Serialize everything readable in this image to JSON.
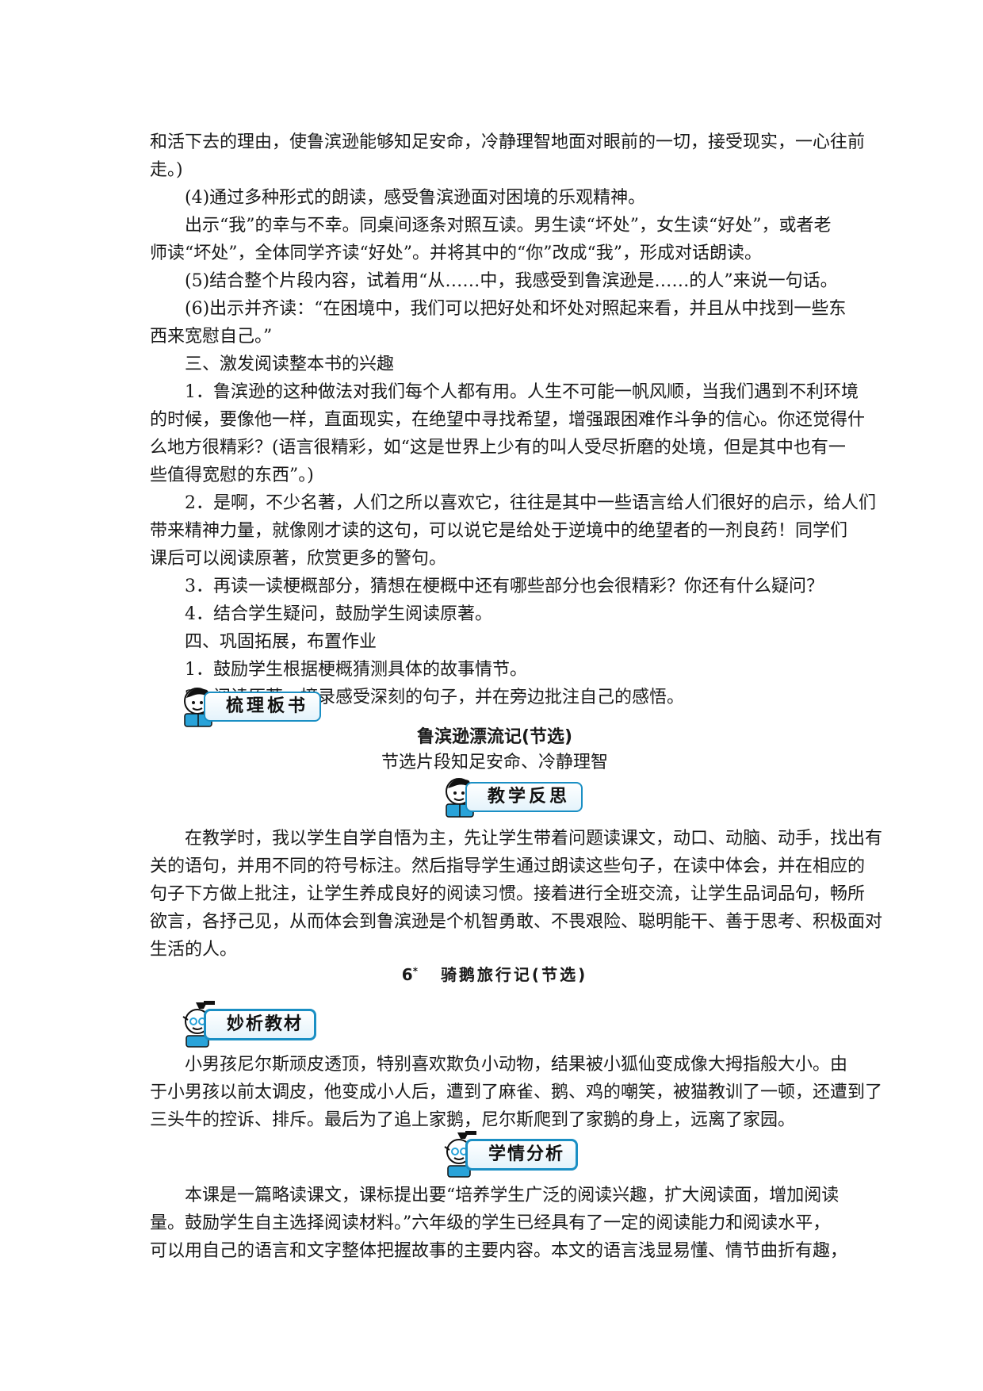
{
  "para_top": {
    "lines": [
      "和活下去的理由，使鲁滨逊能够知足安命，冷静理智地面对眼前的一切，接受现实，一心往前",
      "走。)"
    ]
  },
  "p4": {
    "lines": [
      "(4)通过多种形式的朗读，感受鲁滨逊面对困境的乐观精神。"
    ]
  },
  "p4b": {
    "lines": [
      "出示“我”的幸与不幸。同桌间逐条对照互读。男生读“坏处”，女生读“好处”，或者老",
      "师读“坏处”，全体同学齐读“好处”。并将其中的“你”改成“我”，形成对话朗读。"
    ]
  },
  "p5": {
    "lines": [
      "(5)结合整个片段内容，试着用“从……中，我感受到鲁滨逊是……的人”来说一句话。"
    ]
  },
  "p6": {
    "lines": [
      "(6)出示并齐读：“在困境中，我们可以把好处和坏处对照起来看，并且从中找到一些东",
      "西来宽慰自己。”"
    ]
  },
  "sec3": {
    "lines": [
      "三、激发阅读整本书的兴趣"
    ]
  },
  "s3p1": {
    "lines": [
      "1．鲁滨逊的这种做法对我们每个人都有用。人生不可能一帆风顺，当我们遇到不利环境",
      "的时候，要像他一样，直面现实，在绝望中寻找希望，增强跟困难作斗争的信心。你还觉得什",
      "么地方很精彩？(语言很精彩，如“这是世界上少有的叫人受尽折磨的处境，但是其中也有一",
      "些值得宽慰的东西”。)"
    ]
  },
  "s3p2": {
    "lines": [
      "2．是啊，不少名著，人们之所以喜欢它，往往是其中一些语言给人们很好的启示，给人们",
      "带来精神力量，就像刚才读的这句，可以说它是给处于逆境中的绝望者的一剂良药！同学们",
      "课后可以阅读原著，欣赏更多的警句。"
    ]
  },
  "s3p3": {
    "lines": [
      "3．再读一读梗概部分，猜想在梗概中还有哪些部分也会很精彩？你还有什么疑问？"
    ]
  },
  "s3p4": {
    "lines": [
      "4．结合学生疑问，鼓励学生阅读原著。"
    ]
  },
  "sec4": {
    "lines": [
      "四、巩固拓展，布置作业"
    ]
  },
  "s4p1": {
    "lines": [
      "1．鼓励学生根据梗概猜测具体的故事情节。"
    ]
  },
  "s4p2": {
    "lines": [
      "2．阅读原著，摘录感受深刻的句子，并在旁边批注自己的感悟。"
    ]
  },
  "badges": {
    "board": "梳理板书",
    "reflect": "教学反思",
    "analysis": "妙析教材",
    "student": "学情分析"
  },
  "board": {
    "title": "鲁滨逊漂流记(节选)",
    "subtitle": "节选片段知足安命、冷静理智"
  },
  "reflect": {
    "lines": [
      "在教学时，我以学生自学自悟为主，先让学生带着问题读课文，动口、动脑、动手，找出有",
      "关的语句，并用不同的符号标注。然后指导学生通过朗读这些句子，在读中体会，并在相应的",
      "句子下方做上批注，让学生养成良好的阅读习惯。接着进行全班交流，让学生品词品句，畅所",
      "欲言，各抒己见，从而体会到鲁滨逊是个机智勇敢、不畏艰险、聪明能干、善于思考、积极面对",
      "生活的人。"
    ]
  },
  "lesson6": {
    "number": "6",
    "mark": "*",
    "title": "骑鹅旅行记(节选)"
  },
  "analysis": {
    "lines": [
      "小男孩尼尔斯顽皮透顶，特别喜欢欺负小动物，结果被小狐仙变成像大拇指般大小。由",
      "于小男孩以前太调皮，他变成小人后，遭到了麻雀、鹅、鸡的嘲笑，被猫教训了一顿，还遭到了",
      "三头牛的控诉、排斥。最后为了追上家鹅，尼尔斯爬到了家鹅的身上，远离了家园。"
    ]
  },
  "student": {
    "lines": [
      "本课是一篇略读课文，课标提出要“培养学生广泛的阅读兴趣，扩大阅读面，增加阅读",
      "量。鼓励学生自主选择阅读材料。”六年级的学生已经具有了一定的阅读能力和阅读水平，",
      "可以用自己的语言和文字整体把握故事的主要内容。本文的语言浅显易懂、情节曲折有趣，"
    ]
  }
}
